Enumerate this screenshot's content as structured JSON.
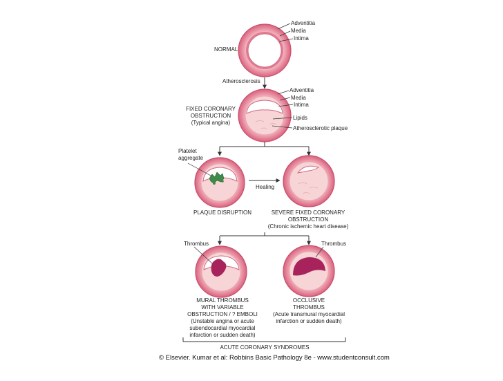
{
  "colors": {
    "vessel_outer": "#d9627e",
    "vessel_mid": "#f3a7b5",
    "vessel_inner": "#fbe3e8",
    "plaque": "#f7d4d6",
    "plaque_edge": "#e7a9b0",
    "platelet": "#3e8b4a",
    "thrombus": "#a8235c",
    "line": "#333333"
  },
  "normal": {
    "caption": "NORMAL",
    "labels": [
      "Adventitia",
      "Media",
      "Intima"
    ]
  },
  "step_atherosclerosis": "Atherosclerosis",
  "fixed": {
    "caption": [
      "FIXED CORONARY",
      "OBSTRUCTION",
      "(Typical angina)"
    ],
    "labels": [
      "Adventitia",
      "Media",
      "Intima",
      "Lipids",
      "Atherosclerotic plaque"
    ]
  },
  "platelet_label": [
    "Platelet",
    "aggregate"
  ],
  "healing_label": "Healing",
  "disruption": {
    "caption": "PLAQUE DISRUPTION"
  },
  "severe": {
    "caption": [
      "SEVERE FIXED CORONARY",
      "OBSTRUCTION",
      "(Chronic ischemic heart disease)"
    ]
  },
  "thrombus_left_label": "Thrombus",
  "thrombus_right_label": "Thrombus",
  "mural": {
    "caption": [
      "MURAL THROMBUS",
      "WITH VARIABLE",
      "OBSTRUCTION / ? EMBOLI",
      "(Unstable angina or acute",
      "subendocardial myocardial",
      "infarction or sudden death)"
    ]
  },
  "occlusive": {
    "caption": [
      "OCCLUSIVE",
      "THROMBUS",
      "(Acute transmural myocardial",
      "infarction or sudden death)"
    ]
  },
  "acs_label": "ACUTE CORONARY SYNDROMES",
  "credit": "© Elsevier. Kumar et al: Robbins Basic Pathology 8e - www.studentconsult.com"
}
